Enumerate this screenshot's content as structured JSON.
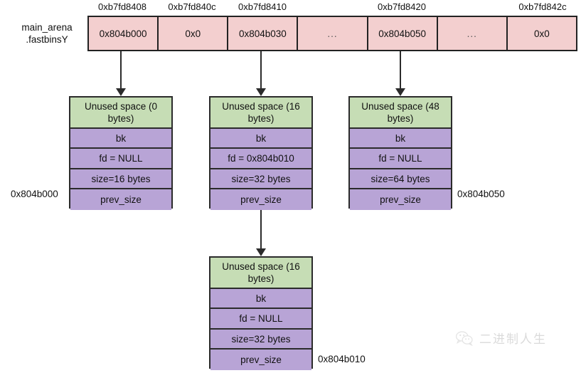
{
  "diagram": {
    "arena_label_line1": "main_arena",
    "arena_label_line2": ".fastbinsY",
    "fastbins": {
      "addresses": [
        "0xb7fd8408",
        "0xb7fd840c",
        "0xb7fd8410",
        "0xb7fd8420",
        "0xb7fd842c"
      ],
      "cells": [
        {
          "value": "0x804b000",
          "kind": "pointer"
        },
        {
          "value": "0x0",
          "kind": "null"
        },
        {
          "value": "0x804b030",
          "kind": "pointer"
        },
        {
          "value": "...",
          "kind": "ellipsis"
        },
        {
          "value": "0x804b050",
          "kind": "pointer"
        },
        {
          "value": "...",
          "kind": "ellipsis"
        },
        {
          "value": "0x0",
          "kind": "null"
        }
      ]
    },
    "chunks": [
      {
        "id": "chunk-0x804b000",
        "address_label": "0x804b000",
        "rows": [
          "Unused space (0 bytes)",
          "bk",
          "fd = NULL",
          "size=16 bytes",
          "prev_size"
        ]
      },
      {
        "id": "chunk-0x804b030",
        "address_label": "",
        "rows": [
          "Unused space (16 bytes)",
          "bk",
          "fd = 0x804b010",
          "size=32 bytes",
          "prev_size"
        ]
      },
      {
        "id": "chunk-0x804b050",
        "address_label": "0x804b050",
        "rows": [
          "Unused space (48 bytes)",
          "bk",
          "fd = NULL",
          "size=64 bytes",
          "prev_size"
        ]
      },
      {
        "id": "chunk-0x804b010",
        "address_label": "0x804b010",
        "rows": [
          "Unused space (16 bytes)",
          "bk",
          "fd = NULL",
          "size=32 bytes",
          "prev_size"
        ]
      }
    ],
    "colors": {
      "fastbin_cell": "#f3cfcf",
      "unused_space": "#c6ddb5",
      "metadata": "#b8a4d6",
      "stroke": "#2b2b2b"
    },
    "watermark": {
      "text": "二进制人生",
      "icon": "wechat-icon"
    }
  }
}
